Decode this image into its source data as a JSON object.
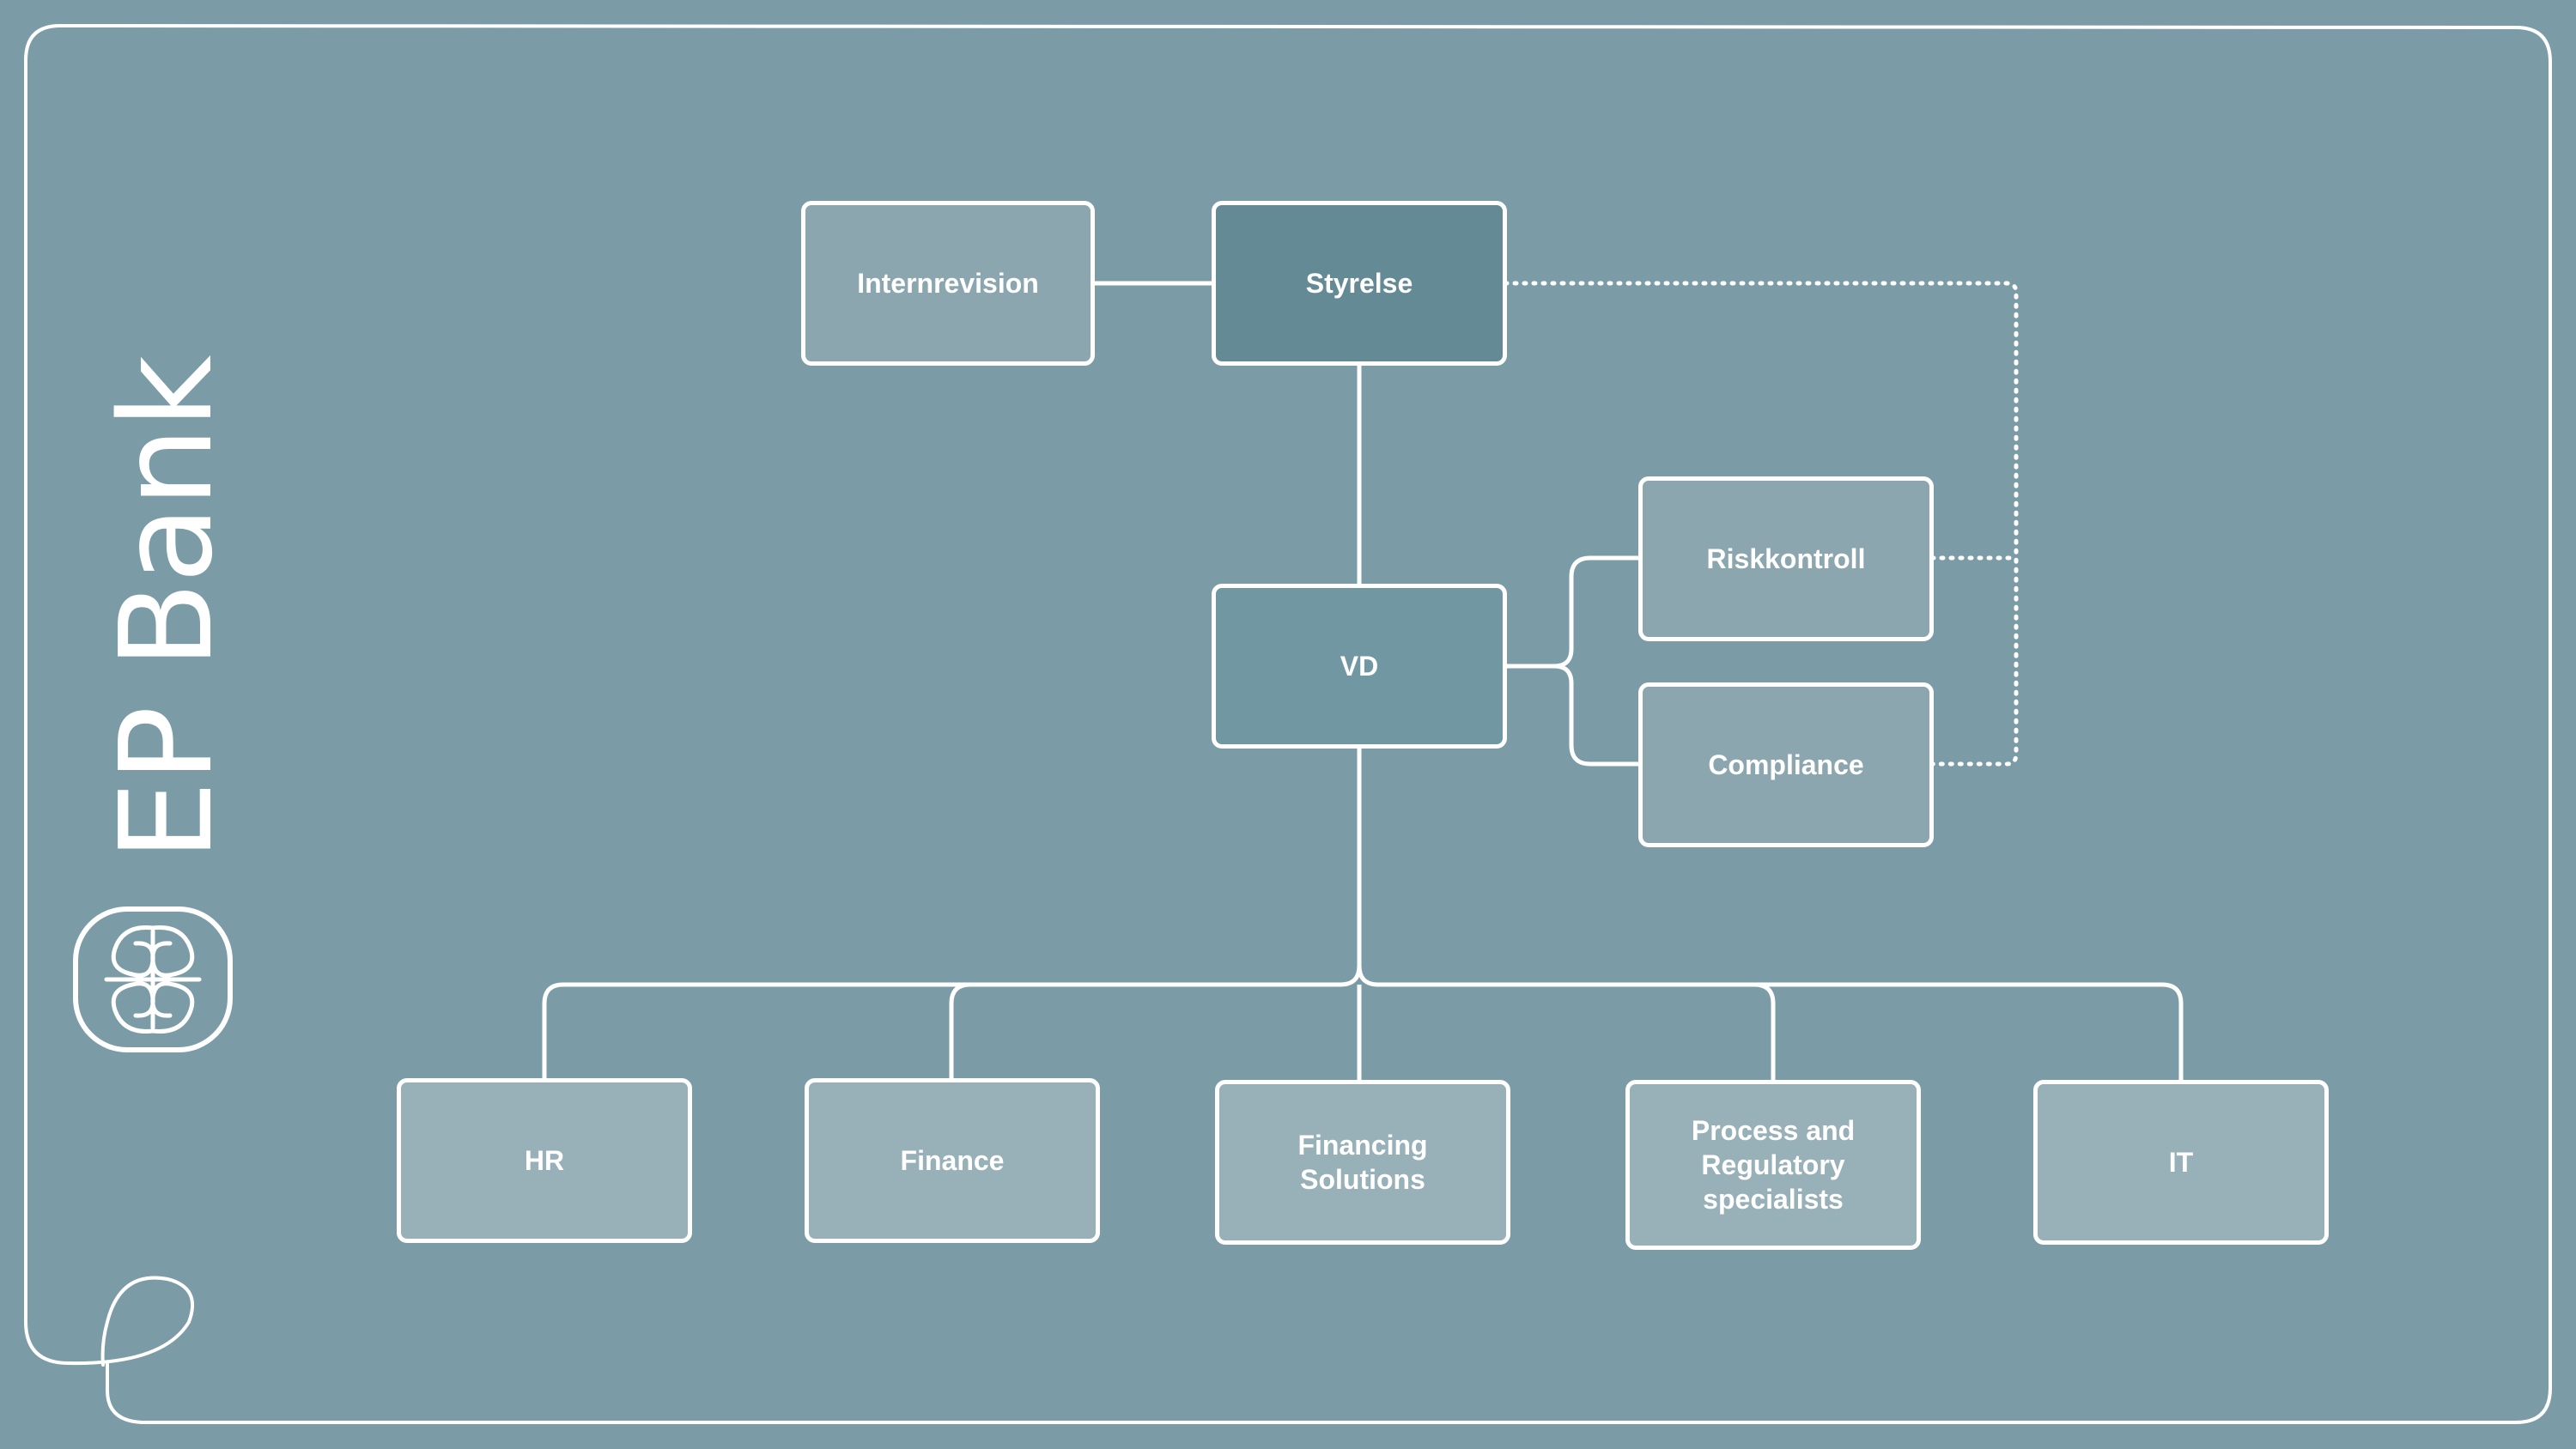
{
  "brand": {
    "name": "EP Bank"
  },
  "colors": {
    "background": "#7b9ca6",
    "line": "#ffffff",
    "box_dark": "#648b95",
    "box_mid": "#7198a2",
    "box_light": "#8ba6ae",
    "box_lighter": "#98b0b8"
  },
  "org": {
    "internrevision": "Internrevision",
    "styrelse": "Styrelse",
    "vd": "VD",
    "riskkontroll": "Riskkontroll",
    "compliance": "Compliance",
    "hr": "HR",
    "finance": "Finance",
    "financing_solutions_line1": "Financing",
    "financing_solutions_line2": "Solutions",
    "process_line1": "Process and",
    "process_line2": "Regulatory",
    "process_line3": "specialists",
    "it": "IT"
  }
}
